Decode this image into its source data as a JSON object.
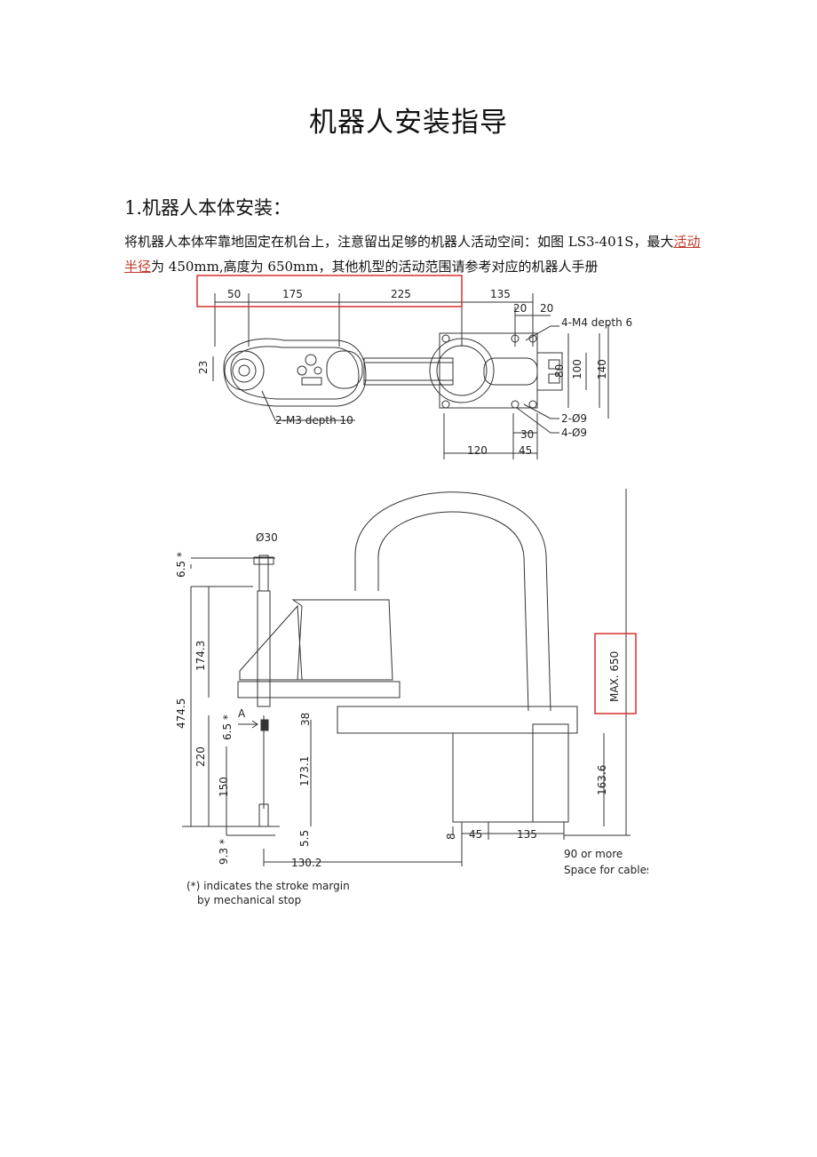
{
  "doc": {
    "title": "机器人安装指导",
    "section_heading": "1.机器人本体安装：",
    "paragraph": {
      "part1": "将机器人本体牢靠地固定在机台上，注意留出足够的机器人活动空间：如图  LS3-401S，最大",
      "highlight": "活动半径",
      "part2": "为 450mm,高度为 650mm，其他机型的活动范围请参考对应的机器人手册"
    }
  },
  "top_view": {
    "dims": [
      "50",
      "175",
      "225",
      "135",
      "20",
      "20",
      "4-M4 depth 6",
      "80",
      "100",
      "140",
      "23",
      "2-M3 depth 10",
      "2-Ø9",
      "4-Ø9",
      "30",
      "120",
      "45"
    ],
    "highlight_color": "#d9302c"
  },
  "side_view": {
    "dims": [
      "Ø30",
      "6.5 *",
      "174.3",
      "474.5",
      "A",
      "6.5 *",
      "38",
      "220",
      "150",
      "173.1",
      "5.5",
      "9.3 *",
      "130.2",
      "MAX. 650",
      "163.6",
      "8",
      "45",
      "135"
    ],
    "notes": [
      "90 or more",
      "Space for cables",
      "(*) indicates the stroke margin",
      "by mechanical stop"
    ],
    "highlight_color": "#d9302c"
  }
}
